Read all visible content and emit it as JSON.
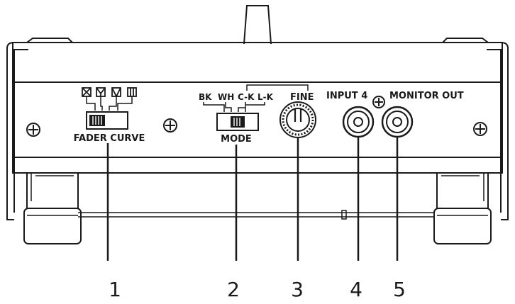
{
  "labels": {
    "fader_curve": "FADER CURVE",
    "mode": "MODE",
    "fine": "FINE",
    "input": "INPUT 4",
    "monitor_out": "MONITOR OUT",
    "mode_bk": "BK",
    "mode_wh": "WH",
    "mode_ck": "C-K",
    "mode_lk": "L-K"
  },
  "callouts": [
    "1",
    "2",
    "3",
    "4",
    "5"
  ]
}
